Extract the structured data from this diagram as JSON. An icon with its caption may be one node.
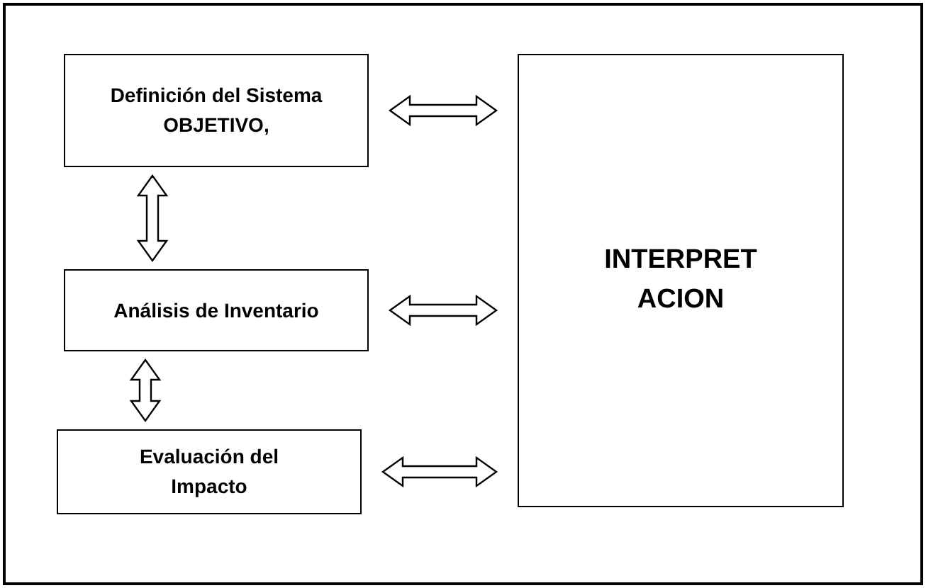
{
  "diagram": {
    "nodes": [
      {
        "text": [
          "Definición del Sistema OBJETIVO,"
        ]
      },
      {
        "text": [
          "Análisis de Inventario"
        ]
      },
      {
        "text": [
          "Evaluación del Impacto"
        ]
      },
      {
        "text": [
          "INTERPRETACION"
        ]
      }
    ],
    "edges": [
      {
        "from": 0,
        "to": 3,
        "arrow": "both"
      },
      {
        "from": 0,
        "to": 1,
        "arrow": "both"
      },
      {
        "from": 1,
        "to": 3,
        "arrow": "both"
      },
      {
        "from": 1,
        "to": 2,
        "arrow": "both"
      },
      {
        "from": 2,
        "to": 3,
        "arrow": "both"
      }
    ]
  }
}
